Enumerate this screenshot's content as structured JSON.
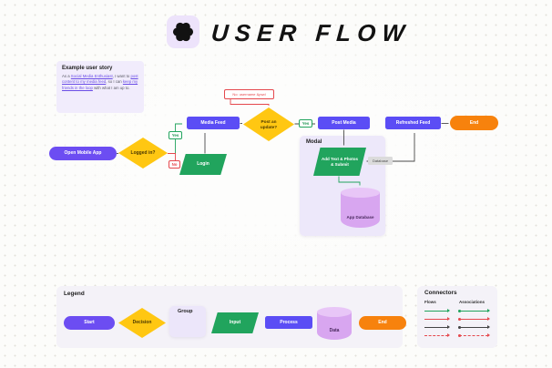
{
  "colors": {
    "purple": "#6C4DF2",
    "blue": "#5B4DF5",
    "yellow": "#FFC712",
    "green": "#21A45D",
    "orange": "#F7820D",
    "red": "#E5484D",
    "lavender": "#ECE6FA",
    "panel": "#F4F2F8",
    "cylinder": "#D8A6F0",
    "gray": "#DBDBDB"
  },
  "header": {
    "title": "USER FLOW",
    "icon": "flower-icon"
  },
  "story": {
    "title": "Example user story",
    "p1": "As a ",
    "p2": "Social Media Enthusiast",
    "p3": ", I want to ",
    "p4": "post content to my media feed",
    "p5": ", so I can ",
    "p6": "keep my friends in the loop",
    "p7": " with what I am up to."
  },
  "flow": {
    "start": "Open Mobile App",
    "decision1": "Logged in?",
    "yes1": "Yes",
    "no1": "No",
    "login": "Login",
    "media_feed": "Media Feed",
    "note": "No: username &pwd",
    "decision2": "Post an update?",
    "yes2": "Yes",
    "post_media": "Post Media",
    "refreshed_feed": "Refreshed Feed",
    "end": "End",
    "modal": {
      "label": "Modal",
      "input": "Add Text & Photos & Submit",
      "association": "Database",
      "data": "App Database"
    }
  },
  "legend": {
    "title": "Legend",
    "start": "Start",
    "decision": "Decision",
    "group": "Group",
    "input": "Input",
    "process": "Process",
    "data": "Data",
    "end": "End"
  },
  "connectors": {
    "title": "Connectors",
    "col1": "Flows",
    "col2": "Associations"
  }
}
